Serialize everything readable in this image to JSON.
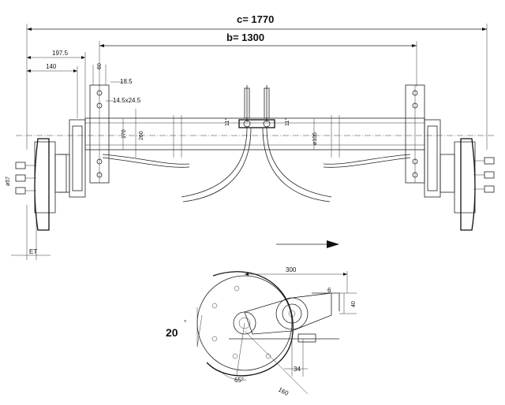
{
  "top_view": {
    "dim_c": "c= 1770",
    "dim_b": "b= 1300",
    "dim_1975": "197.5",
    "dim_140": "140",
    "dim_60": "60",
    "dim_185": "18.5",
    "dim_145": "14.5x24.5",
    "dim_170": "170",
    "dim_260": "260",
    "dim_105": "ø105",
    "dim_57": "ø57",
    "dim_et": "ET",
    "dim_m1": "11°",
    "dim_m2": "11°"
  },
  "side_view": {
    "dim_300": "300",
    "dim_40": "40",
    "dim_6": "6",
    "dim_34": "34",
    "dim_160": "160",
    "dim_65": "65°",
    "angle_20": "20",
    "deg": "°"
  }
}
